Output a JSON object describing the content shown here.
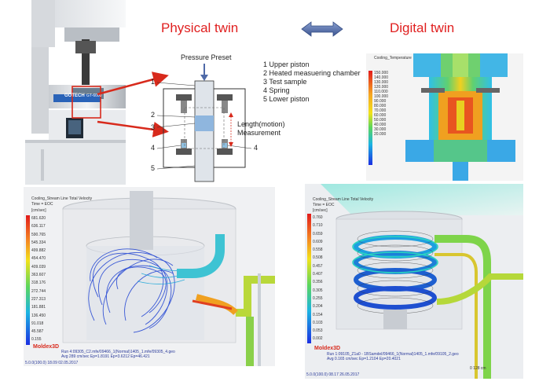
{
  "titles": {
    "physical": "Physical twin",
    "digital": "Digital twin"
  },
  "machine": {
    "brand": "GOTECH",
    "model": "GT-6000"
  },
  "schematic": {
    "pressure_label": "Pressure Preset",
    "length_label_line1": "Length(motion)",
    "length_label_line2": "Measurement",
    "callouts": [
      "1",
      "2",
      "3",
      "4",
      "4",
      "5"
    ],
    "legend": [
      "1 Upper piston",
      "2 Heated measuering chamber",
      "3 Test sample",
      "4 Spring",
      "5 Lower piston"
    ]
  },
  "sim_top": {
    "header": "Cooling_Temperature",
    "legend": [
      "150.000",
      "140.000",
      "130.000",
      "120.000",
      "110.000",
      "100.000",
      "90.000",
      "80.000",
      "70.000",
      "60.000",
      "50.000",
      "40.000",
      "30.000",
      "20.000"
    ]
  },
  "sim_left": {
    "header_line1": "Cooling_Stream Line Total Velocity",
    "header_line2": "Time = EOC",
    "unit": "[cm/sec]",
    "legend": [
      "681.620",
      "636.117",
      "590.765",
      "545.334",
      "499.882",
      "454.470",
      "409.039",
      "363.607",
      "318.176",
      "272.744",
      "227.313",
      "181.881",
      "136.450",
      "91.018",
      "45.587",
      "0.155"
    ],
    "brand": "Moldex3D",
    "footer": "Run 4:09305_C2.mfe/09466_1(Normal)1405_1.mfe/09305_4.geo",
    "footer2": "Avg 289 cm/sec  Ep=1.8191  Ep=3.6212  Ep=46.421",
    "date": "5.0.0(100.0) 18.09 02.05.2017"
  },
  "sim_right": {
    "header_line1": "Cooling_Stream Line Total Velocity",
    "header_line2": "Time = EOC",
    "unit": "[cm/sec]",
    "legend": [
      "0.760",
      "0.710",
      "0.659",
      "0.609",
      "0.558",
      "0.508",
      "0.457",
      "0.407",
      "0.356",
      "0.305",
      "0.255",
      "0.204",
      "0.154",
      "0.103",
      "0.053",
      "0.002"
    ],
    "brand": "Moldex3D",
    "footer": "Run 1:09105_Z1a0 - 1BSamdel/09466_1(Normal)1405_1.mfe/09105_2.geo",
    "footer2": "Avg 0.165 cm/sec  Ep=1.2104  Ep=20.4021",
    "date": "5.0.0(100.0) 08.17 26.05.2017",
    "scale": "0    128 cm"
  },
  "colors": {
    "title_red": "#e02020",
    "arrow_blue": "#4f6aa8",
    "red_arrow": "#d82a1c"
  }
}
